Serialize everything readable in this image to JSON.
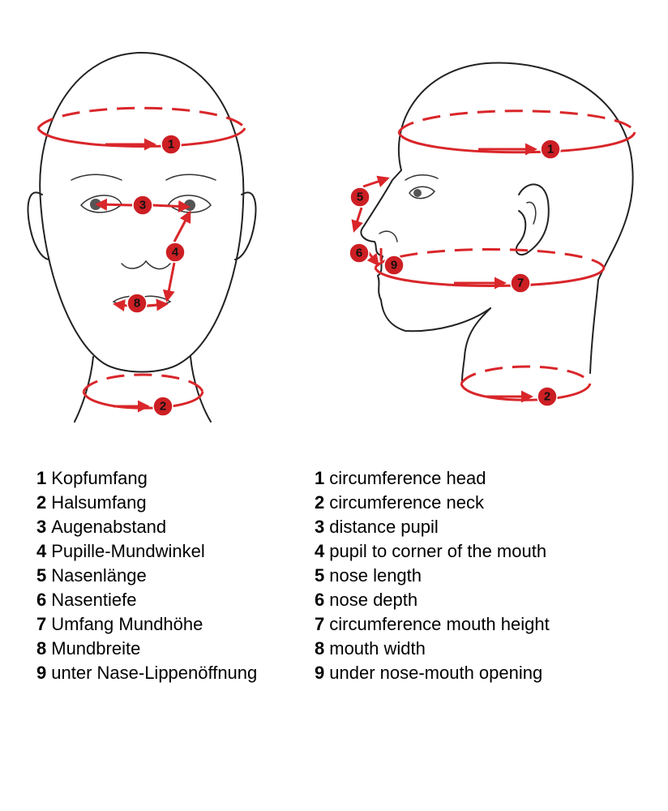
{
  "diagram": {
    "front_badges": [
      "1",
      "2",
      "3",
      "4",
      "8"
    ],
    "side_badges": [
      "1",
      "2",
      "5",
      "6",
      "7",
      "9"
    ],
    "measure_color": "#d9262a"
  },
  "legend_de": [
    {
      "num": "1",
      "text": "Kopfumfang"
    },
    {
      "num": "2",
      "text": "Halsumfang"
    },
    {
      "num": "3",
      "text": "Augenabstand"
    },
    {
      "num": "4",
      "text": "Pupille-Mundwinkel"
    },
    {
      "num": "5",
      "text": "Nasenlänge"
    },
    {
      "num": "6",
      "text": "Nasentiefe"
    },
    {
      "num": "7",
      "text": "Umfang Mundhöhe"
    },
    {
      "num": "8",
      "text": "Mundbreite"
    },
    {
      "num": "9",
      "text": "unter Nase-Lippenöffnung"
    }
  ],
  "legend_en": [
    {
      "num": "1",
      "text": "circumference head"
    },
    {
      "num": "2",
      "text": "circumference neck"
    },
    {
      "num": "3",
      "text": "distance pupil"
    },
    {
      "num": "4",
      "text": "pupil to corner of the mouth"
    },
    {
      "num": "5",
      "text": "nose length"
    },
    {
      "num": "6",
      "text": "nose depth"
    },
    {
      "num": "7",
      "text": "circumference mouth height"
    },
    {
      "num": "8",
      "text": "mouth width"
    },
    {
      "num": "9",
      "text": "under nose-mouth opening"
    }
  ]
}
